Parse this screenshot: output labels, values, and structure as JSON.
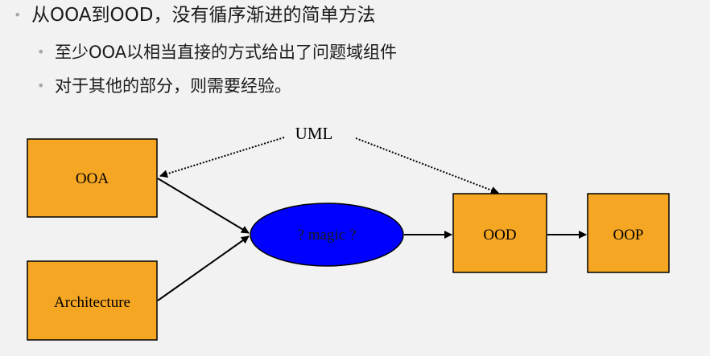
{
  "bullets": [
    {
      "level": 1,
      "text": "从OOA到OOD，没有循序渐进的简单方法"
    },
    {
      "level": 2,
      "text": "至少OOA以相当直接的方式给出了问题域组件"
    },
    {
      "level": 2,
      "text": "对于其他的部分，则需要经验。"
    }
  ],
  "diagram": {
    "nodes": {
      "ooa": "OOA",
      "architecture": "Architecture",
      "magic": "? magic ?",
      "ood": "OOD",
      "oop": "OOP"
    },
    "uml_label": "UML",
    "colors": {
      "box_fill": "#f5a623",
      "box_stroke": "#000000",
      "ellipse_fill": "#0000ff",
      "background": "#f2f2f2",
      "bullet_marker": "#a6a6a6"
    }
  }
}
